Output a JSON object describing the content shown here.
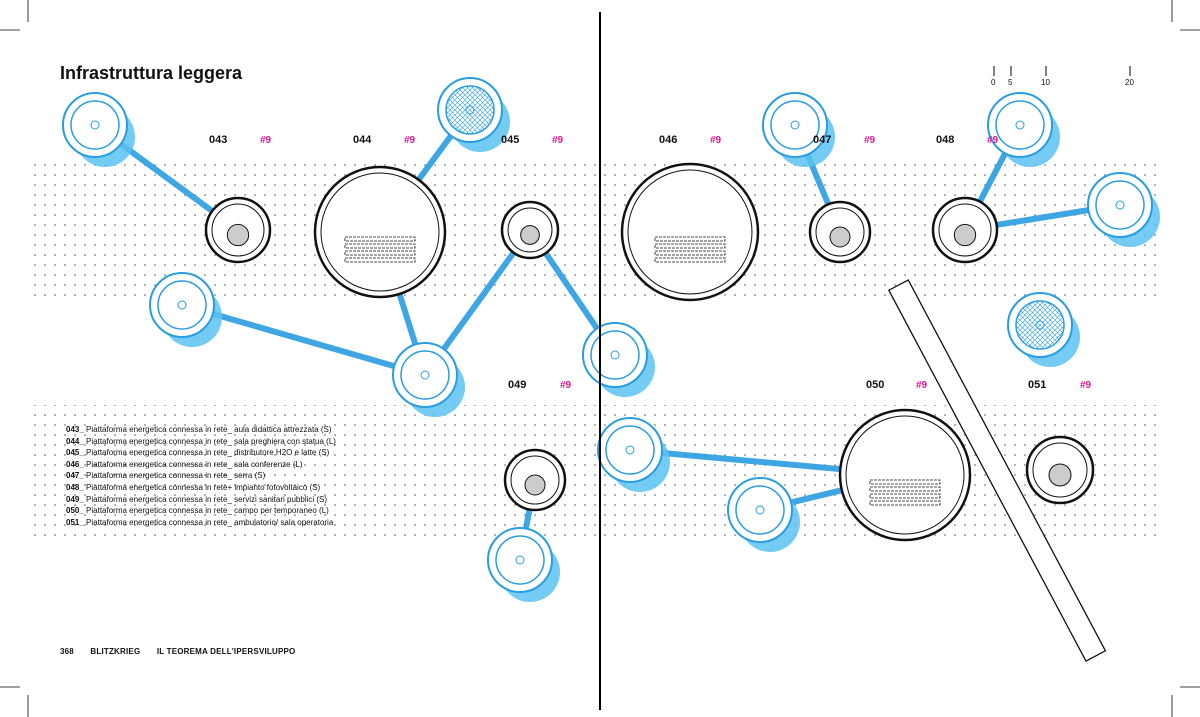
{
  "title": "Infrastruttura leggera",
  "platforms": [
    {
      "id": "043",
      "tag": "#9"
    },
    {
      "id": "044",
      "tag": "#9"
    },
    {
      "id": "045",
      "tag": "#9"
    },
    {
      "id": "046",
      "tag": "#9"
    },
    {
      "id": "047",
      "tag": "#9"
    },
    {
      "id": "048",
      "tag": "#9"
    },
    {
      "id": "049",
      "tag": "#9"
    },
    {
      "id": "050",
      "tag": "#9"
    },
    {
      "id": "051",
      "tag": "#9"
    }
  ],
  "legend": [
    {
      "code": "043_",
      "text": "Piattaforma energetica connessa in rete_ aula didattica attrezzata (S)"
    },
    {
      "code": "044_",
      "text": "Piattaforma energetica connessa in rete_ sala preghiera con statua (L)"
    },
    {
      "code": "045_",
      "text": "Piattaforma energetica connessa in rete_ distributore H2O e latte (S)"
    },
    {
      "code": "046_",
      "text": "Piattaforma energetica connessa in rete_ sala conferenze (L)"
    },
    {
      "code": "047_",
      "text": "Piattaforma energetica connessa in rete_ serra (S)"
    },
    {
      "code": "048_",
      "text": "Piattaforma energetica connessa in rete+ impianto fotovoltaico (S)"
    },
    {
      "code": "049_",
      "text": "Piattaforma energetica connessa in rete_ servizi sanitari pubblici (S)"
    },
    {
      "code": "050_",
      "text": "Piattaforma energetica connessa in rete_ campo per temporaneo (L)"
    },
    {
      "code": "051_",
      "text": "Piattaforma energetica connessa in rete_ ambulatorio/ sala operatoria"
    }
  ],
  "scale": {
    "ticks": [
      "0",
      "5",
      "10",
      "20"
    ]
  },
  "footer": {
    "page": "368",
    "book": "BLITZKRIEG",
    "subtitle": "IL TEOREMA DELL'IPERSVILUPPO"
  },
  "colors": {
    "blue": "#2a9de0",
    "light_blue": "#5cc3f2",
    "magenta": "#e0178c"
  }
}
